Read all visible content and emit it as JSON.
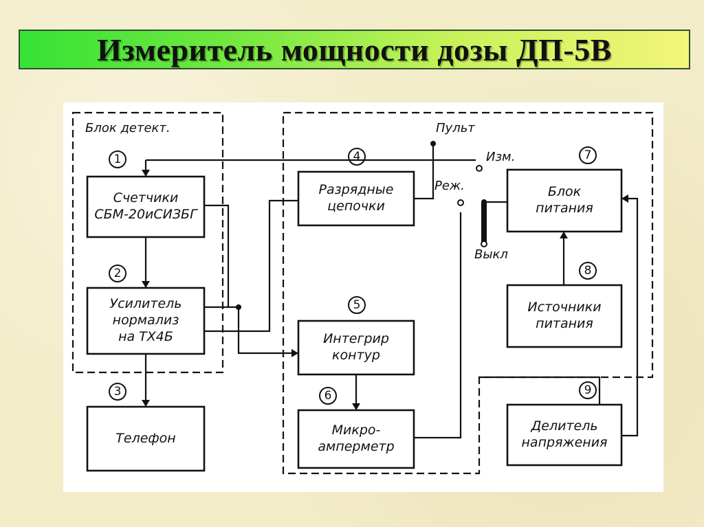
{
  "title": "Измеритель мощности дозы ДП-5В",
  "diagram": {
    "group_labels": {
      "detector": "Блок детект.",
      "console": "Пульт"
    },
    "blocks": [
      {
        "num": "1",
        "lines": [
          "Счетчики",
          "СБМ-20иСИЗБГ"
        ]
      },
      {
        "num": "2",
        "lines": [
          "Усилитель",
          "нормализ",
          "на ТХ4Б"
        ]
      },
      {
        "num": "3",
        "lines": [
          "Телефон"
        ]
      },
      {
        "num": "4",
        "lines": [
          "Разрядные",
          "цепочки"
        ]
      },
      {
        "num": "5",
        "lines": [
          "Интегрир",
          "контур"
        ]
      },
      {
        "num": "6",
        "lines": [
          "Микро-",
          "амперметр"
        ]
      },
      {
        "num": "7",
        "lines": [
          "Блок",
          "питания"
        ]
      },
      {
        "num": "8",
        "lines": [
          "Источники",
          "питания"
        ]
      },
      {
        "num": "9",
        "lines": [
          "Делитель",
          "напряжения"
        ]
      }
    ],
    "switch_labels": {
      "measure": "Изм.",
      "mode": "Реж.",
      "off": "Выкл"
    }
  }
}
